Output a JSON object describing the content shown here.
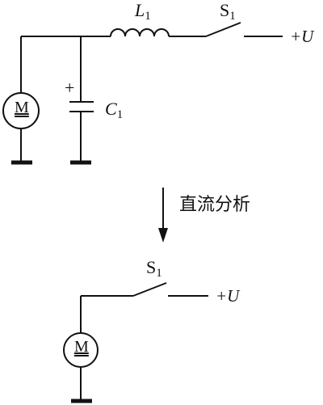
{
  "top_circuit": {
    "inductor": {
      "symbol": "L",
      "subscript": "1"
    },
    "switch": {
      "symbol": "S",
      "subscript": "1"
    },
    "supply": "+U",
    "capacitor": {
      "symbol": "C",
      "subscript": "1",
      "polarity": "+"
    },
    "motor": "M"
  },
  "transition": {
    "label": "直流分析"
  },
  "bottom_circuit": {
    "switch": {
      "symbol": "S",
      "subscript": "1"
    },
    "supply": "+U",
    "motor": "M"
  }
}
